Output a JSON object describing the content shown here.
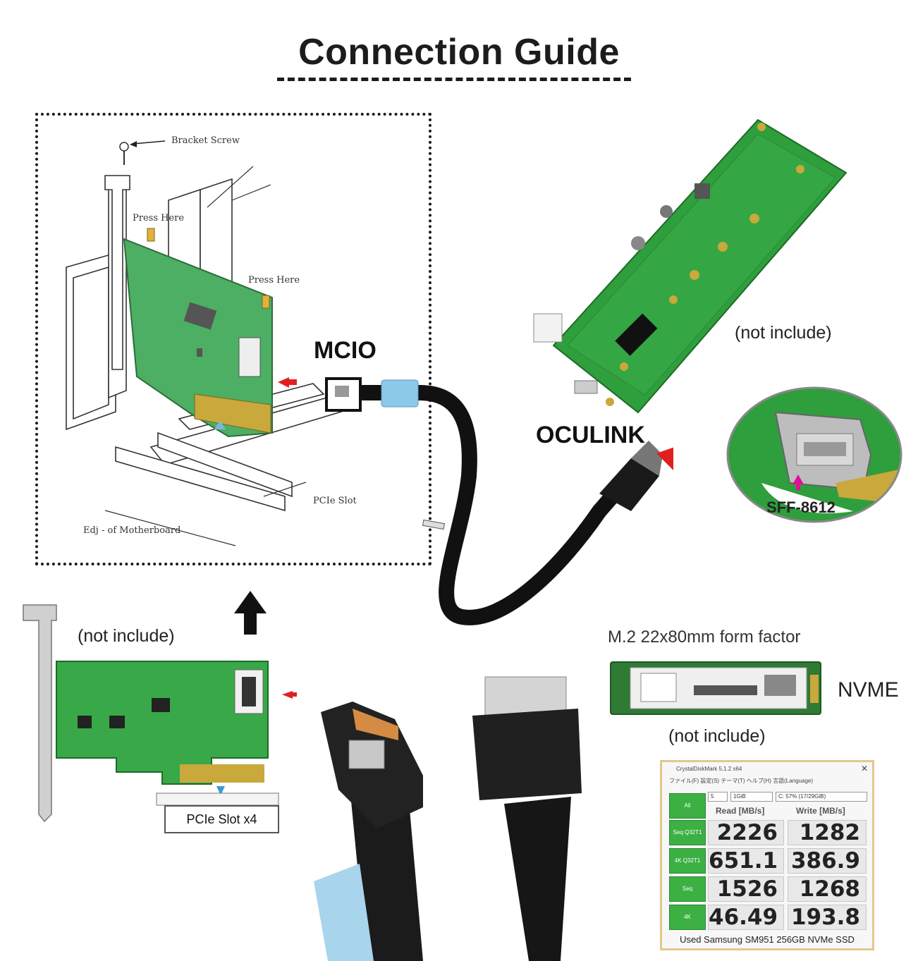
{
  "title": "Connection Guide",
  "labels": {
    "mcio": "MCIO",
    "oculink": "OCULINK",
    "not_include_top": "(not include)",
    "not_include_left": "(not include)",
    "not_include_ssd": "(not include)",
    "sff": "SFF-8612",
    "form_factor": "M.2 22x80mm form factor",
    "nvme": "NVME",
    "pcie_slot_x4": "PCIe Slot x4",
    "bracket_screw": "Bracket Screw",
    "press_here_1": "Press Here",
    "press_here_2": "Press Here",
    "pcie_slot": "PCIe Slot",
    "edge_of_motherboard": "Edj - of Motherboard"
  },
  "benchmark": {
    "title": "CrystalDiskMark 5.1.2 x64",
    "menu": "ファイル(F)  設定(S)  テーマ(T)  ヘルプ(H)  言語(Language)",
    "run_count": "5",
    "size": "1GiB",
    "drive": "C: 57% (17/29GiB)",
    "all_label": "All",
    "read_header": "Read [MB/s]",
    "write_header": "Write [MB/s]",
    "rows": [
      {
        "label": "Seq Q32T1",
        "read": "2226",
        "write": "1282"
      },
      {
        "label": "4K Q32T1",
        "read": "651.1",
        "write": "386.9"
      },
      {
        "label": "Seq",
        "read": "1526",
        "write": "1268"
      },
      {
        "label": "4K",
        "read": "46.49",
        "write": "193.8"
      }
    ],
    "footer": "Used Samsung SM951 256GB NVMe SSD"
  },
  "colors": {
    "pcb_green": "#2f9e3c",
    "arrow_red": "#e02020",
    "arrow_magenta": "#e0109a",
    "cable_blue": "#8cc8e8",
    "benchmark_green": "#3cb043"
  }
}
